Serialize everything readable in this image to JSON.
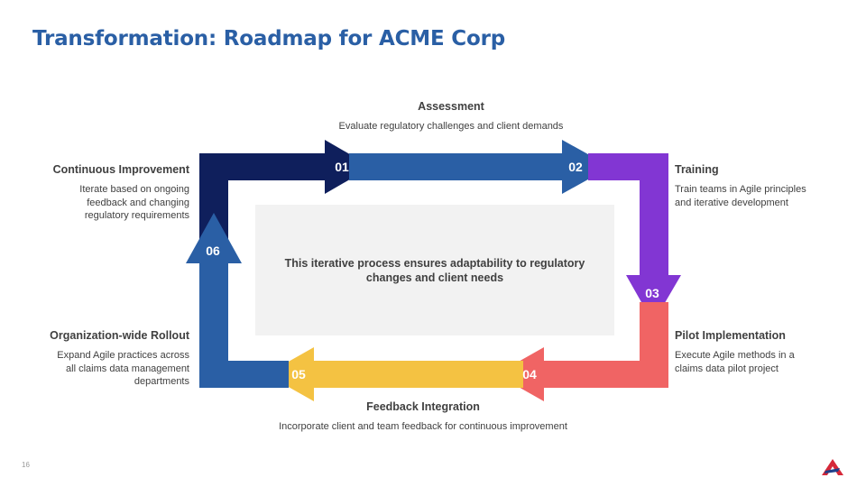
{
  "title": "Transformation: Roadmap for ACME Corp",
  "center_text": "This iterative process ensures adaptability to regulatory changes and client needs",
  "steps": [
    {
      "number": "01",
      "title": "Assessment",
      "description": "Evaluate regulatory challenges and client demands"
    },
    {
      "number": "02",
      "title": "Training",
      "description": "Train teams in Agile principles and iterative development"
    },
    {
      "number": "03",
      "title": "Pilot Implementation",
      "description": "Execute Agile methods in a claims data pilot project"
    },
    {
      "number": "04",
      "title": "Feedback Integration",
      "description": "Incorporate client and team feedback for continuous improvement"
    },
    {
      "number": "05",
      "title": "Organization-wide Rollout",
      "description": "Expand Agile practices across all claims data management departments"
    },
    {
      "number": "06",
      "title": "Continuous Improvement",
      "description": "Iterate based on ongoing feedback and changing regulatory requirements"
    }
  ],
  "colors": {
    "title": "#2a5fa5",
    "step1": "#0f1f5c",
    "step2": "#2a5fa5",
    "step3": "#8236d3",
    "step4": "#f06464",
    "step5": "#f4c242",
    "step6": "#2a5fa5"
  },
  "page_number": "16",
  "logo_icon": "acme-logo-icon"
}
